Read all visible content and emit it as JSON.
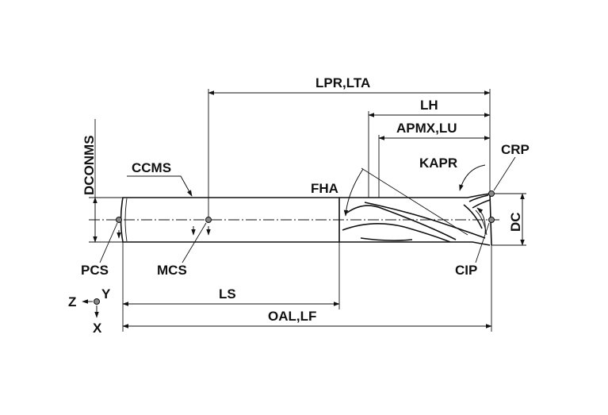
{
  "labels": {
    "lpr_lta": "LPR,LTA",
    "lh": "LH",
    "apmx_lu": "APMX,LU",
    "kapr": "KAPR",
    "crp": "CRP",
    "dconms": "DCONMS",
    "ccms": "CCMS",
    "fha": "FHA",
    "dc": "DC",
    "pcs": "PCS",
    "mcs": "MCS",
    "cip": "CIP",
    "ls": "LS",
    "oal_lf": "OAL,LF",
    "axis_z": "Z",
    "axis_y": "Y",
    "axis_x": "X"
  }
}
